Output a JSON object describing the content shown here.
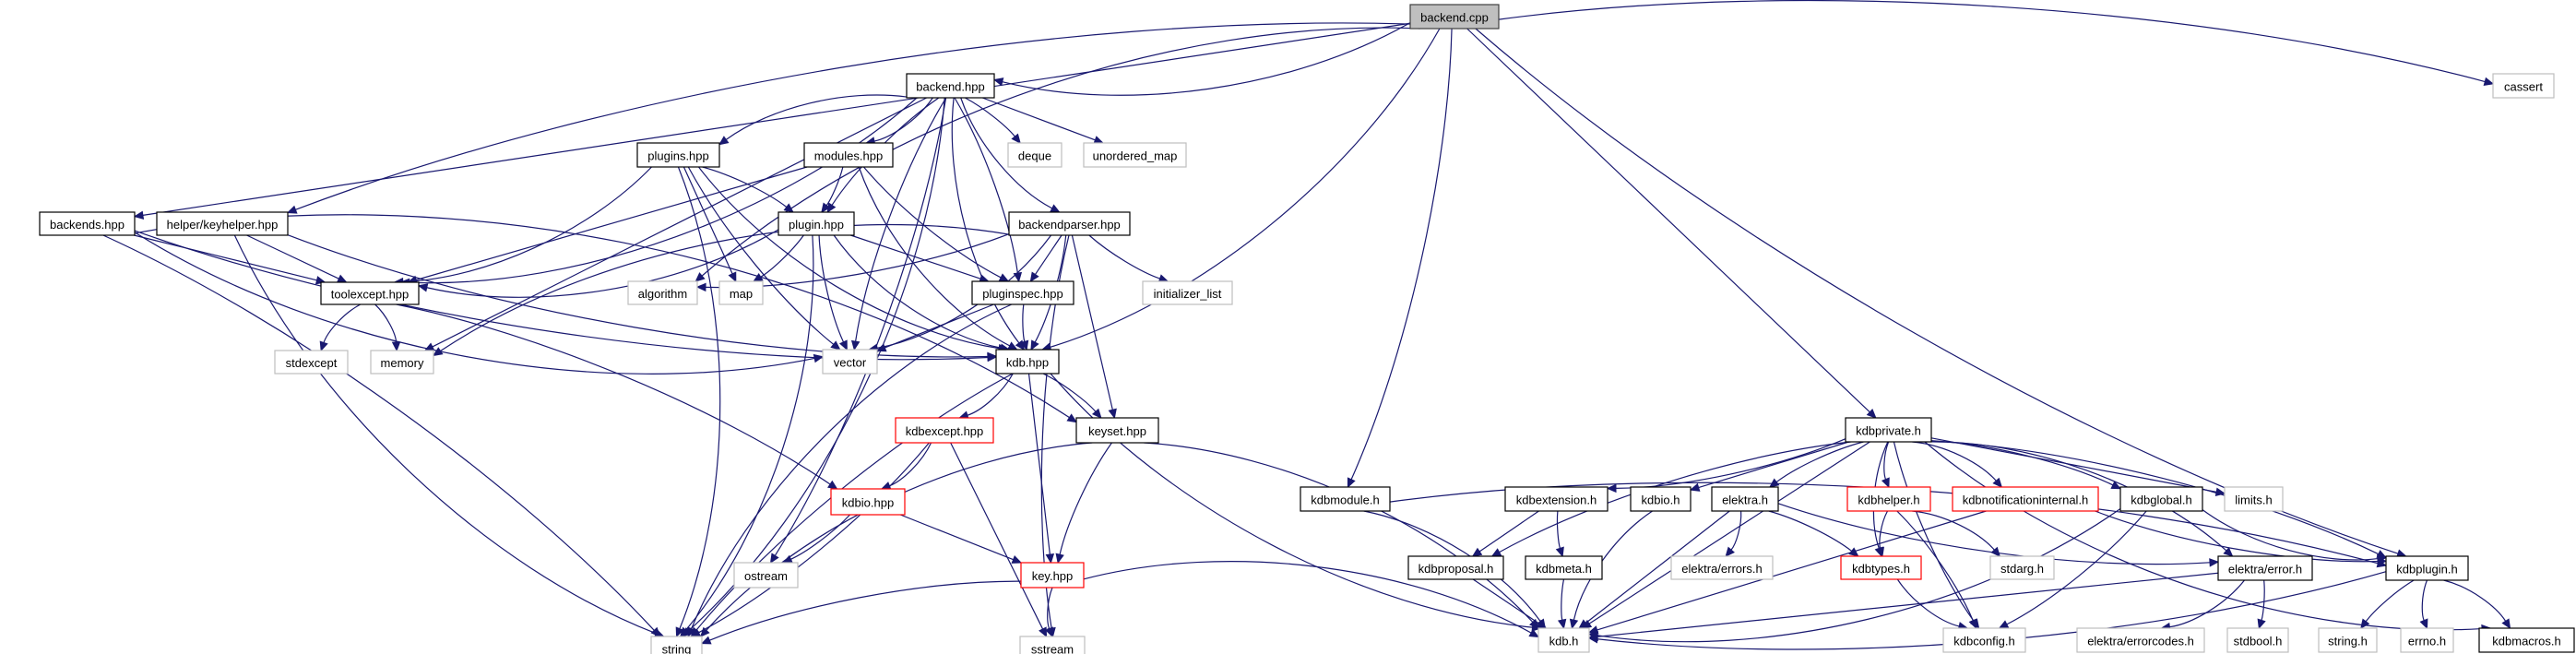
{
  "title": "backend.cpp include dependency graph",
  "colors": {
    "edge": "#191970",
    "root_fill": "#bfbfbf",
    "root_border": "#404040",
    "documented_border": "#000000",
    "undocumented_border": "#bfbfbf",
    "truncated_border": "#ff0000",
    "node_fill": "#ffffff"
  },
  "nodes": [
    {
      "id": "backend_cpp",
      "label": "backend.cpp",
      "kind": "root"
    },
    {
      "id": "backend_hpp",
      "label": "backend.hpp",
      "kind": "documented"
    },
    {
      "id": "cassert",
      "label": "cassert",
      "kind": "external"
    },
    {
      "id": "backends_hpp",
      "label": "backends.hpp",
      "kind": "documented"
    },
    {
      "id": "keyhelper_hpp",
      "label": "helper/keyhelper.hpp",
      "kind": "documented"
    },
    {
      "id": "plugins_hpp",
      "label": "plugins.hpp",
      "kind": "documented"
    },
    {
      "id": "modules_hpp",
      "label": "modules.hpp",
      "kind": "documented"
    },
    {
      "id": "deque",
      "label": "deque",
      "kind": "external"
    },
    {
      "id": "unordered_map",
      "label": "unordered_map",
      "kind": "external"
    },
    {
      "id": "plugin_hpp",
      "label": "plugin.hpp",
      "kind": "documented"
    },
    {
      "id": "backendparser_hpp",
      "label": "backendparser.hpp",
      "kind": "documented"
    },
    {
      "id": "toolexcept_hpp",
      "label": "toolexcept.hpp",
      "kind": "documented"
    },
    {
      "id": "algorithm",
      "label": "algorithm",
      "kind": "external"
    },
    {
      "id": "map",
      "label": "map",
      "kind": "external"
    },
    {
      "id": "pluginspec_hpp",
      "label": "pluginspec.hpp",
      "kind": "documented"
    },
    {
      "id": "initializer_list",
      "label": "initializer_list",
      "kind": "external"
    },
    {
      "id": "stdexcept",
      "label": "stdexcept",
      "kind": "external"
    },
    {
      "id": "memory",
      "label": "memory",
      "kind": "external"
    },
    {
      "id": "vector",
      "label": "vector",
      "kind": "external"
    },
    {
      "id": "kdb_hpp",
      "label": "kdb.hpp",
      "kind": "documented"
    },
    {
      "id": "kdbexcept_hpp",
      "label": "kdbexcept.hpp",
      "kind": "truncated"
    },
    {
      "id": "keyset_hpp",
      "label": "keyset.hpp",
      "kind": "documented"
    },
    {
      "id": "kdbio_hpp",
      "label": "kdbio.hpp",
      "kind": "truncated"
    },
    {
      "id": "ostream",
      "label": "ostream",
      "kind": "external"
    },
    {
      "id": "key_hpp",
      "label": "key.hpp",
      "kind": "truncated"
    },
    {
      "id": "string",
      "label": "string",
      "kind": "external"
    },
    {
      "id": "sstream",
      "label": "sstream",
      "kind": "external"
    },
    {
      "id": "kdbprivate_h",
      "label": "kdbprivate.h",
      "kind": "documented"
    },
    {
      "id": "kdbmodule_h",
      "label": "kdbmodule.h",
      "kind": "documented"
    },
    {
      "id": "kdbextension_h",
      "label": "kdbextension.h",
      "kind": "documented"
    },
    {
      "id": "kdbio_h",
      "label": "kdbio.h",
      "kind": "documented"
    },
    {
      "id": "elektra_h",
      "label": "elektra.h",
      "kind": "documented"
    },
    {
      "id": "kdbhelper_h",
      "label": "kdbhelper.h",
      "kind": "truncated"
    },
    {
      "id": "kdbnotificationinternal_h",
      "label": "kdbnotificationinternal.h",
      "kind": "truncated"
    },
    {
      "id": "kdbglobal_h",
      "label": "kdbglobal.h",
      "kind": "documented"
    },
    {
      "id": "limits_h",
      "label": "limits.h",
      "kind": "external"
    },
    {
      "id": "kdbproposal_h",
      "label": "kdbproposal.h",
      "kind": "documented"
    },
    {
      "id": "kdbmeta_h",
      "label": "kdbmeta.h",
      "kind": "documented"
    },
    {
      "id": "elektra_errors_h",
      "label": "elektra/errors.h",
      "kind": "external"
    },
    {
      "id": "kdbtypes_h",
      "label": "kdbtypes.h",
      "kind": "truncated"
    },
    {
      "id": "stdarg_h",
      "label": "stdarg.h",
      "kind": "external"
    },
    {
      "id": "elektra_error_h",
      "label": "elektra/error.h",
      "kind": "documented"
    },
    {
      "id": "kdbplugin_h",
      "label": "kdbplugin.h",
      "kind": "documented"
    },
    {
      "id": "kdb_h",
      "label": "kdb.h",
      "kind": "external"
    },
    {
      "id": "kdbconfig_h",
      "label": "kdbconfig.h",
      "kind": "external"
    },
    {
      "id": "elektra_errorcodes_h",
      "label": "elektra/errorcodes.h",
      "kind": "external"
    },
    {
      "id": "stdbool_h",
      "label": "stdbool.h",
      "kind": "external"
    },
    {
      "id": "string_h",
      "label": "string.h",
      "kind": "external"
    },
    {
      "id": "errno_h",
      "label": "errno.h",
      "kind": "external"
    },
    {
      "id": "kdbmacros_h",
      "label": "kdbmacros.h",
      "kind": "documented"
    }
  ],
  "edges": [
    [
      "backend_cpp",
      "backend_hpp"
    ],
    [
      "backend_cpp",
      "cassert"
    ],
    [
      "backend_cpp",
      "backends_hpp"
    ],
    [
      "backend_cpp",
      "keyhelper_hpp"
    ],
    [
      "backend_cpp",
      "algorithm"
    ],
    [
      "backend_cpp",
      "kdb_hpp"
    ],
    [
      "backend_cpp",
      "kdbmodule_h"
    ],
    [
      "backend_cpp",
      "kdbprivate_h"
    ],
    [
      "backend_cpp",
      "kdbplugin_h"
    ],
    [
      "backend_hpp",
      "plugins_hpp"
    ],
    [
      "backend_hpp",
      "modules_hpp"
    ],
    [
      "backend_hpp",
      "deque"
    ],
    [
      "backend_hpp",
      "unordered_map"
    ],
    [
      "backend_hpp",
      "plugin_hpp"
    ],
    [
      "backend_hpp",
      "backendparser_hpp"
    ],
    [
      "backend_hpp",
      "toolexcept_hpp"
    ],
    [
      "backend_hpp",
      "pluginspec_hpp"
    ],
    [
      "backend_hpp",
      "memory"
    ],
    [
      "backend_hpp",
      "vector"
    ],
    [
      "backend_hpp",
      "kdb_hpp"
    ],
    [
      "backend_hpp",
      "string"
    ],
    [
      "backend_hpp",
      "ostream"
    ],
    [
      "backends_hpp",
      "toolexcept_hpp"
    ],
    [
      "backends_hpp",
      "kdb_hpp"
    ],
    [
      "backends_hpp",
      "vector"
    ],
    [
      "backends_hpp",
      "keyset_hpp"
    ],
    [
      "backends_hpp",
      "string"
    ],
    [
      "keyhelper_hpp",
      "toolexcept_hpp"
    ],
    [
      "keyhelper_hpp",
      "kdb_hpp"
    ],
    [
      "keyhelper_hpp",
      "string"
    ],
    [
      "plugins_hpp",
      "toolexcept_hpp"
    ],
    [
      "plugins_hpp",
      "plugin_hpp"
    ],
    [
      "plugins_hpp",
      "map"
    ],
    [
      "plugins_hpp",
      "vector"
    ],
    [
      "plugins_hpp",
      "kdb_hpp"
    ],
    [
      "plugins_hpp",
      "string"
    ],
    [
      "modules_hpp",
      "plugin_hpp"
    ],
    [
      "modules_hpp",
      "toolexcept_hpp"
    ],
    [
      "modules_hpp",
      "pluginspec_hpp"
    ],
    [
      "modules_hpp",
      "kdb_hpp"
    ],
    [
      "plugin_hpp",
      "toolexcept_hpp"
    ],
    [
      "plugin_hpp",
      "map"
    ],
    [
      "plugin_hpp",
      "pluginspec_hpp"
    ],
    [
      "plugin_hpp",
      "vector"
    ],
    [
      "plugin_hpp",
      "kdb_hpp"
    ],
    [
      "plugin_hpp",
      "string"
    ],
    [
      "backendparser_hpp",
      "algorithm"
    ],
    [
      "backendparser_hpp",
      "pluginspec_hpp"
    ],
    [
      "backendparser_hpp",
      "initializer_list"
    ],
    [
      "backendparser_hpp",
      "memory"
    ],
    [
      "backendparser_hpp",
      "vector"
    ],
    [
      "backendparser_hpp",
      "kdb_hpp"
    ],
    [
      "backendparser_hpp",
      "keyset_hpp"
    ],
    [
      "backendparser_hpp",
      "sstream"
    ],
    [
      "toolexcept_hpp",
      "stdexcept"
    ],
    [
      "toolexcept_hpp",
      "memory"
    ],
    [
      "toolexcept_hpp",
      "kdbio_hpp"
    ],
    [
      "pluginspec_hpp",
      "vector"
    ],
    [
      "pluginspec_hpp",
      "kdb_hpp"
    ],
    [
      "pluginspec_hpp",
      "string"
    ],
    [
      "kdb_hpp",
      "kdbexcept_hpp"
    ],
    [
      "kdb_hpp",
      "keyset_hpp"
    ],
    [
      "kdb_hpp",
      "key_hpp"
    ],
    [
      "kdb_hpp",
      "string"
    ],
    [
      "kdb_hpp",
      "kdb_h"
    ],
    [
      "kdbexcept_hpp",
      "kdbio_hpp"
    ],
    [
      "kdbexcept_hpp",
      "string"
    ],
    [
      "kdbexcept_hpp",
      "sstream"
    ],
    [
      "keyset_hpp",
      "key_hpp"
    ],
    [
      "keyset_hpp",
      "string"
    ],
    [
      "keyset_hpp",
      "kdb_h"
    ],
    [
      "kdbio_hpp",
      "ostream"
    ],
    [
      "kdbio_hpp",
      "key_hpp"
    ],
    [
      "key_hpp",
      "string"
    ],
    [
      "key_hpp",
      "sstream"
    ],
    [
      "key_hpp",
      "kdb_h"
    ],
    [
      "kdbprivate_h",
      "kdbextension_h"
    ],
    [
      "kdbprivate_h",
      "kdbio_h"
    ],
    [
      "kdbprivate_h",
      "elektra_h"
    ],
    [
      "kdbprivate_h",
      "kdbhelper_h"
    ],
    [
      "kdbprivate_h",
      "kdbnotificationinternal_h"
    ],
    [
      "kdbprivate_h",
      "kdbglobal_h"
    ],
    [
      "kdbprivate_h",
      "limits_h"
    ],
    [
      "kdbprivate_h",
      "kdbproposal_h"
    ],
    [
      "kdbprivate_h",
      "kdbtypes_h"
    ],
    [
      "kdbprivate_h",
      "elektra_error_h"
    ],
    [
      "kdbprivate_h",
      "kdbplugin_h"
    ],
    [
      "kdbprivate_h",
      "kdb_h"
    ],
    [
      "kdbprivate_h",
      "kdbconfig_h"
    ],
    [
      "kdbprivate_h",
      "kdbmacros_h"
    ],
    [
      "kdbmodule_h",
      "kdb_h"
    ],
    [
      "kdbmodule_h",
      "kdbplugin_h"
    ],
    [
      "kdbextension_h",
      "kdbproposal_h"
    ],
    [
      "kdbextension_h",
      "kdbmeta_h"
    ],
    [
      "kdbio_h",
      "kdb_h"
    ],
    [
      "elektra_h",
      "elektra_errors_h"
    ],
    [
      "elektra_h",
      "kdbtypes_h"
    ],
    [
      "elektra_h",
      "kdb_h"
    ],
    [
      "elektra_h",
      "elektra_error_h"
    ],
    [
      "kdbhelper_h",
      "kdbtypes_h"
    ],
    [
      "kdbhelper_h",
      "stdarg_h"
    ],
    [
      "kdbhelper_h",
      "kdbconfig_h"
    ],
    [
      "kdbnotificationinternal_h",
      "kdb_h"
    ],
    [
      "kdbnotificationinternal_h",
      "kdbplugin_h"
    ],
    [
      "kdbglobal_h",
      "kdbplugin_h"
    ],
    [
      "kdbglobal_h",
      "kdb_h"
    ],
    [
      "kdbglobal_h",
      "kdbconfig_h"
    ],
    [
      "kdbproposal_h",
      "kdb_h"
    ],
    [
      "kdbmeta_h",
      "kdb_h"
    ],
    [
      "kdbtypes_h",
      "kdbconfig_h"
    ],
    [
      "elektra_error_h",
      "elektra_errorcodes_h"
    ],
    [
      "elektra_error_h",
      "stdbool_h"
    ],
    [
      "elektra_error_h",
      "kdb_h"
    ],
    [
      "kdbplugin_h",
      "string_h"
    ],
    [
      "kdbplugin_h",
      "errno_h"
    ],
    [
      "kdbplugin_h",
      "kdbmacros_h"
    ],
    [
      "kdbplugin_h",
      "kdb_h"
    ]
  ]
}
